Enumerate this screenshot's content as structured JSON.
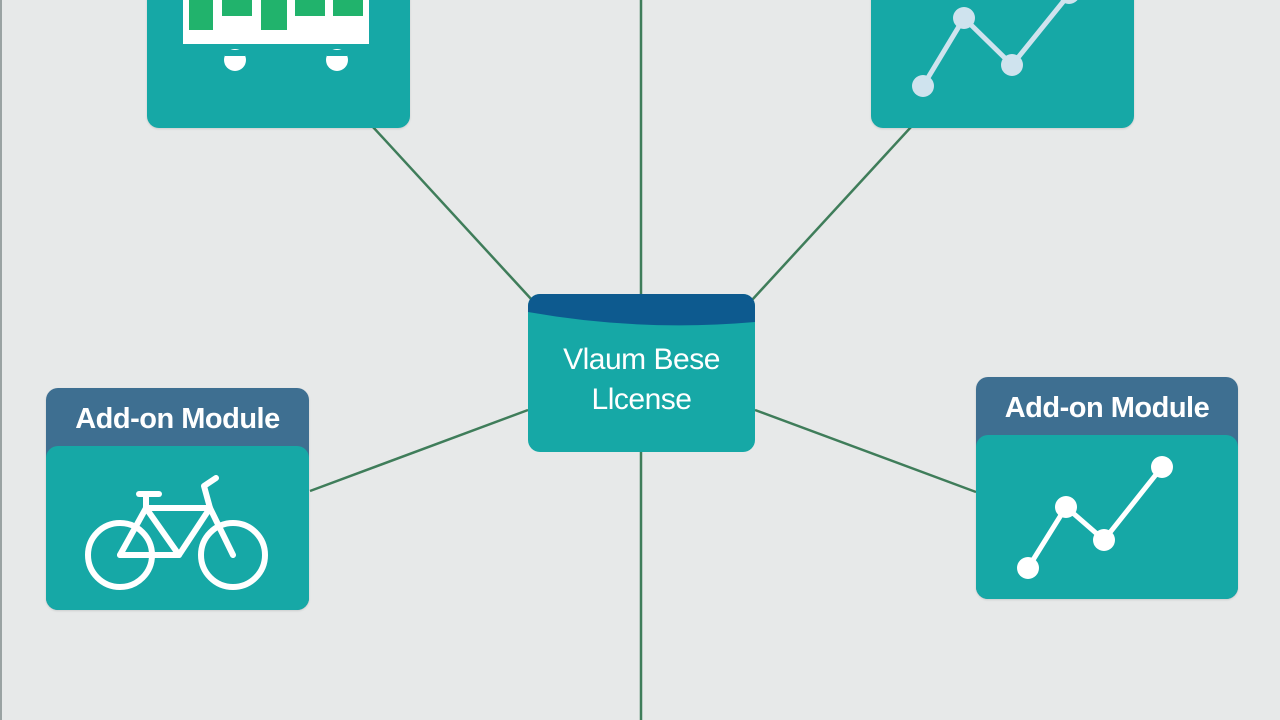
{
  "colors": {
    "background": "#e7e9e9",
    "connector": "#3f7d5a",
    "teal": "#16a8a6",
    "teal_dark": "#0f9390",
    "header_blue": "#3e6f91",
    "center_top": "#0d5a8f",
    "icon_white": "#ffffff",
    "icon_green": "#21b36c",
    "icon_light": "#cfe3ee"
  },
  "center": {
    "line1": "Vlaum Bese",
    "line2": "Llcense"
  },
  "modules": {
    "top_left": {
      "icon": "bus-icon"
    },
    "top_right": {
      "icon": "line-chart-icon"
    },
    "left": {
      "header": "Add-on Module",
      "icon": "bicycle-icon"
    },
    "right": {
      "header": "Add-on Module",
      "icon": "line-chart-icon"
    }
  }
}
